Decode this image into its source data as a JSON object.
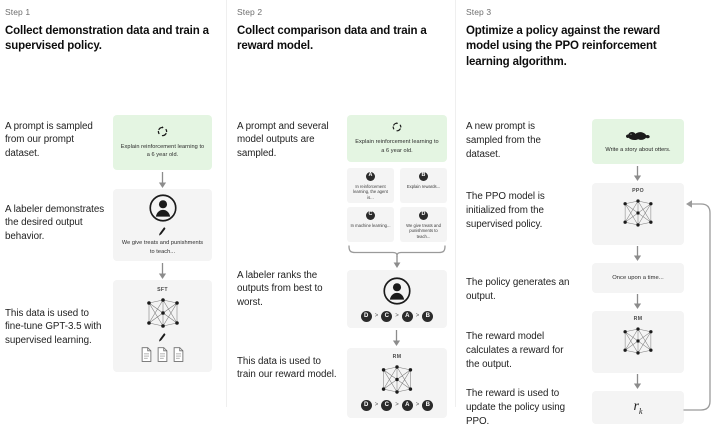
{
  "figure": {
    "title": "InstructGPT / RLHF three-step training diagram",
    "background": "#ffffff",
    "accent_green": "#e4f5e2",
    "panel_grey": "#f4f4f4"
  },
  "steps": [
    {
      "label": "Step 1",
      "title": "Collect demonstration data and train a supervised policy.",
      "captions": [
        "A prompt is sampled from our prompt dataset.",
        "A labeler demonstrates the desired output behavior.",
        "This data is used to fine-tune GPT-3.5 with supervised learning."
      ],
      "panels": [
        {
          "kind": "prompt",
          "color": "green",
          "icon": "refresh-loop-icon",
          "text": "Explain reinforcement learning to a 6 year old."
        },
        {
          "kind": "labeler",
          "color": "grey",
          "icon": "person-icon",
          "text": "We give treats and punishments to teach..."
        },
        {
          "kind": "model",
          "color": "grey",
          "tag": "SFT",
          "icon": "neural-network-icon",
          "sub_icons": [
            "pencil-icon",
            "document-icon",
            "document-icon",
            "document-icon"
          ]
        }
      ]
    },
    {
      "label": "Step 2",
      "title": "Collect comparison data and train a reward model.",
      "captions": [
        "A prompt and several model outputs are sampled.",
        "A labeler ranks the outputs from best to worst.",
        "This data is used to train our reward model."
      ],
      "panels": [
        {
          "kind": "prompt",
          "color": "green",
          "icon": "refresh-loop-icon",
          "text": "Explain reinforcement learning to a 6 year old."
        },
        {
          "kind": "model",
          "color": "grey",
          "tag": "RM",
          "icon": "neural-network-icon"
        }
      ],
      "outputs": [
        {
          "letter": "A",
          "text": "In reinforcement learning, the agent is..."
        },
        {
          "letter": "B",
          "text": "Explain rewards..."
        },
        {
          "letter": "C",
          "text": "In machine learning..."
        },
        {
          "letter": "D",
          "text": "We give treats and punishments to teach..."
        }
      ],
      "ranking": [
        "D",
        "C",
        "A",
        "B"
      ],
      "ranking_separator": ">"
    },
    {
      "label": "Step 3",
      "title": "Optimize a policy against the reward model using the PPO reinforcement learning algorithm.",
      "captions": [
        "A new prompt is sampled from the dataset.",
        "The PPO model is initialized from the supervised policy.",
        "The policy generates an output.",
        "The reward model calculates a reward for the output.",
        "The reward is used to update the policy using PPO."
      ],
      "panels": [
        {
          "kind": "prompt",
          "color": "green",
          "icon": "otter-icon",
          "text": "Write a story about otters."
        },
        {
          "kind": "model",
          "color": "grey",
          "tag": "PPO",
          "icon": "neural-network-icon"
        },
        {
          "kind": "output",
          "color": "grey",
          "text": "Once upon a time..."
        },
        {
          "kind": "model",
          "color": "grey",
          "tag": "RM",
          "icon": "neural-network-icon"
        },
        {
          "kind": "reward",
          "color": "grey",
          "symbol": "r",
          "subscript": "k"
        }
      ]
    }
  ]
}
